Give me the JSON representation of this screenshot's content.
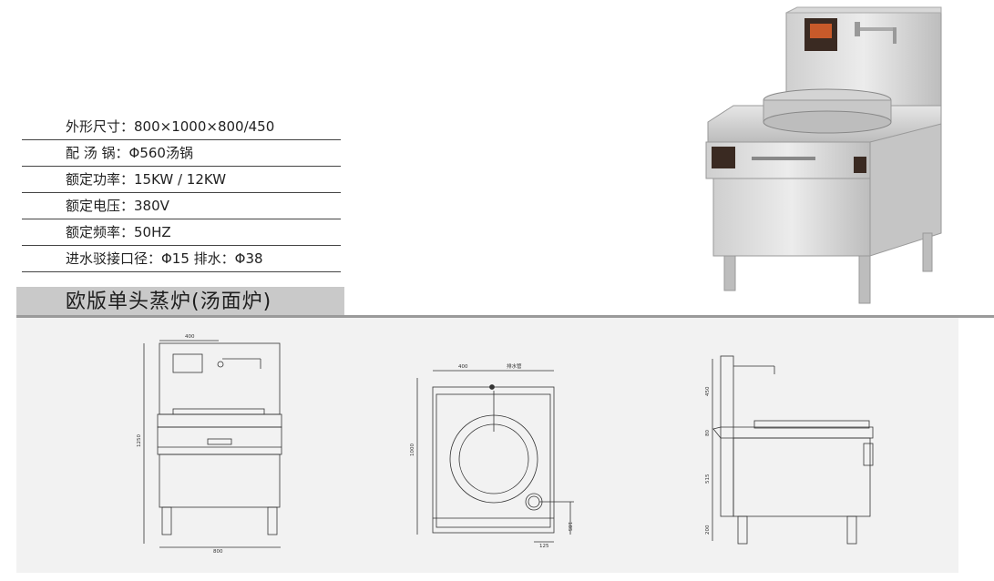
{
  "specs": [
    "外形尺寸：800×1000×800/450",
    "配 汤 锅：Φ560汤锅",
    "额定功率：15KW / 12KW",
    "额定电压：380V",
    "额定频率：50HZ",
    "进水驳接口径：Φ15   排水：Φ38"
  ],
  "title": "欧版单头蒸炉(汤面炉)",
  "front_view": {
    "width_top": "400",
    "width_bottom": "800",
    "height": "1250"
  },
  "top_view": {
    "width": "400",
    "depth": "1000",
    "drain_label": "排水管",
    "offset_y": "185",
    "offset_x": "125"
  },
  "side_view": {
    "h1": "450",
    "h2": "80",
    "h3": "515",
    "h4": "200"
  },
  "colors": {
    "tab": "#c9c9c9",
    "bar": "#9a9a9a",
    "panel": "#f2f2f2",
    "line": "#333333"
  }
}
